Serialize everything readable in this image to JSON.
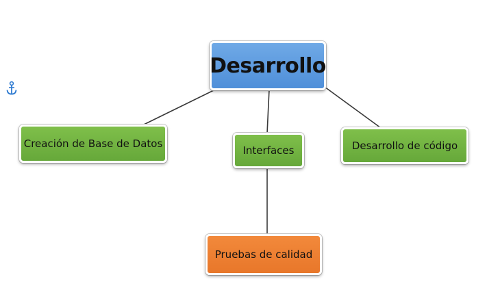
{
  "diagram": {
    "root": {
      "label": "Desarrollo",
      "color": "#4f8fd9"
    },
    "children": [
      {
        "id": "db",
        "label": "Creación de Base de Datos",
        "color": "#66a83a"
      },
      {
        "id": "interfaces",
        "label": "Interfaces",
        "color": "#66a83a"
      },
      {
        "id": "code",
        "label": "Desarrollo de código",
        "color": "#66a83a"
      }
    ],
    "grandchild": {
      "parent": "interfaces",
      "label": "Pruebas de calidad",
      "color": "#e8772a"
    },
    "edges": [
      [
        "root",
        "db"
      ],
      [
        "root",
        "interfaces"
      ],
      [
        "root",
        "code"
      ],
      [
        "interfaces",
        "qa"
      ]
    ]
  },
  "icons": {
    "anchor": "anchor-icon"
  }
}
